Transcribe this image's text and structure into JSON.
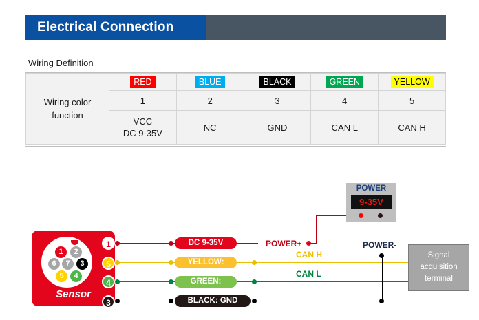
{
  "header": {
    "title": "Electrical Connection",
    "blue": "#0b51a1",
    "gray": "#485563"
  },
  "table": {
    "caption": "Wiring Definition",
    "row_label_line1": "Wiring color",
    "row_label_line2": "function",
    "colors": [
      {
        "name": "RED",
        "bg": "#ff0000",
        "fg": "#ffffff"
      },
      {
        "name": "BLUE",
        "bg": "#00aeef",
        "fg": "#ffffff"
      },
      {
        "name": "BLACK",
        "bg": "#000000",
        "fg": "#ffffff"
      },
      {
        "name": "GREEN",
        "bg": "#00a651",
        "fg": "#ffffff"
      },
      {
        "name": "YELLOW",
        "bg": "#ffff00",
        "fg": "#000000"
      }
    ],
    "pins": [
      "1",
      "2",
      "3",
      "4",
      "5"
    ],
    "functions": [
      "VCC\nDC 9-35V",
      "NC",
      "GND",
      "CAN L",
      "CAN H"
    ],
    "function_vcc_line1": "VCC",
    "function_vcc_line2": "DC 9-35V"
  },
  "diagram": {
    "sensor": {
      "label": "Sensor",
      "body_color": "#e3051b",
      "pins": [
        {
          "num": "1",
          "color": "#e3051b",
          "fg": "#ffffff"
        },
        {
          "num": "2",
          "color": "#a6a6a6",
          "fg": "#ffffff"
        },
        {
          "num": "6",
          "color": "#a6a6a6",
          "fg": "#ffffff"
        },
        {
          "num": "7",
          "color": "#a6a6a6",
          "fg": "#ffffff"
        },
        {
          "num": "3",
          "color": "#000000",
          "fg": "#ffffff"
        },
        {
          "num": "5",
          "color": "#ffd200",
          "fg": "#ffffff"
        },
        {
          "num": "4",
          "color": "#4cb748",
          "fg": "#ffffff"
        }
      ],
      "callouts": [
        {
          "num": "1",
          "bg": "#ffffff",
          "fg": "#e3051b"
        },
        {
          "num": "5",
          "bg": "#ffd200",
          "fg": "#ffffff"
        },
        {
          "num": "4",
          "bg": "#4cb748",
          "fg": "#ffffff"
        },
        {
          "num": "3",
          "bg": "#231815",
          "fg": "#ffffff"
        }
      ]
    },
    "wires": [
      {
        "label": "DC 9-35V",
        "pill_bg": "#e3051b",
        "line": "#c00014"
      },
      {
        "label": "YELLOW:",
        "pill_bg": "#fbc02d",
        "line": "#e8c000"
      },
      {
        "label": "GREEN:",
        "pill_bg": "#7cc24c",
        "line": "#00843d"
      },
      {
        "label": "BLACK: GND",
        "pill_bg": "#231815",
        "line": "#000000"
      }
    ],
    "net_labels": [
      {
        "text": "POWER+",
        "color": "#c00014"
      },
      {
        "text": "CAN H",
        "color": "#ecc000"
      },
      {
        "text": "CAN L",
        "color": "#00843d"
      },
      {
        "text": "POWER-",
        "color": "#1a2a4a"
      }
    ],
    "power_module": {
      "title": "POWER",
      "value": "9-35V",
      "terminal_positive": "#ff0000",
      "terminal_negative": "#231815"
    },
    "terminal": {
      "line1": "Signal",
      "line2": "acquisition",
      "line3": "terminal"
    }
  }
}
